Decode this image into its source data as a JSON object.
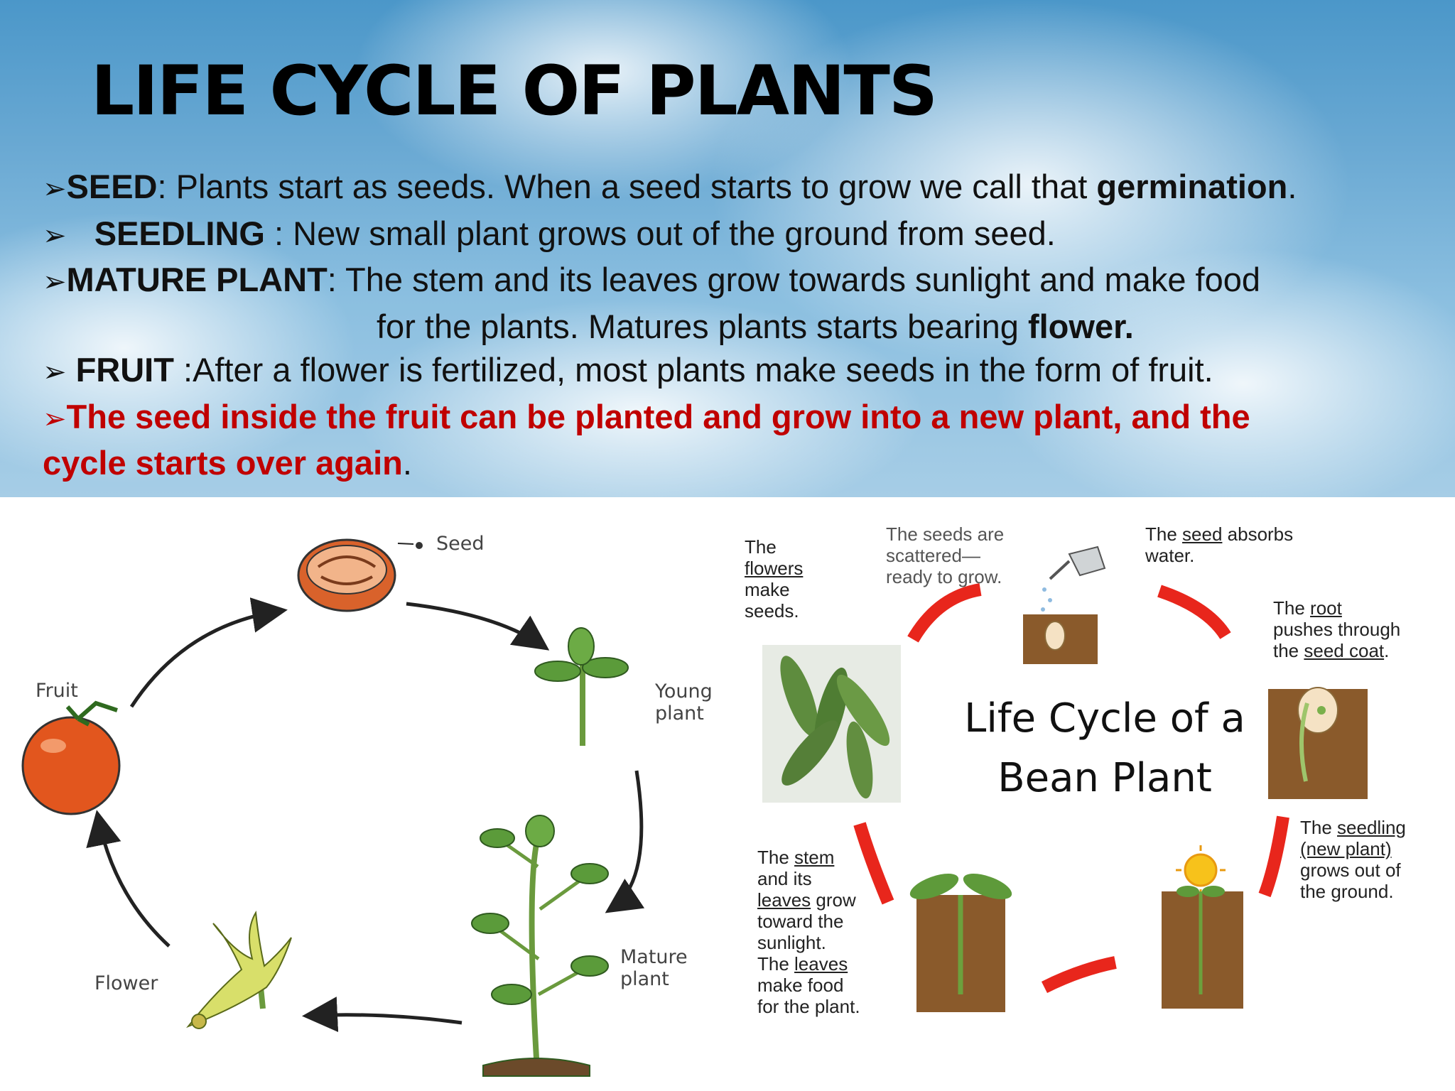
{
  "title": "LIFE CYCLE OF PLANTS",
  "bullets": {
    "arrow": "➢",
    "seed": {
      "term": "SEED",
      "text_before": ": Plants start as seeds. When a seed starts to grow we call that ",
      "emphasis": "germination",
      "after": "."
    },
    "seedling": {
      "term": "SEEDLING",
      "text": " : New small plant grows out of the ground from seed."
    },
    "mature": {
      "term": "MATURE PLANT",
      "line1": ": The stem and its leaves grow towards sunlight and make food",
      "line2": "for the plants. Matures plants starts bearing ",
      "emphasis": "flower."
    },
    "fruit": {
      "term": "FRUIT",
      "text": " :After a flower is fertilized, most plants make seeds in the form of fruit."
    },
    "restart": {
      "line1": "The seed inside the fruit can be planted and grow into a new plant, and the",
      "line2": "cycle starts over again",
      "after": "."
    }
  },
  "tomato_cycle": {
    "labels": {
      "seed": "Seed",
      "young": "Young",
      "young2": "plant",
      "mature": "Mature",
      "mature2": "plant",
      "flower": "Flower",
      "fruit": "Fruit"
    }
  },
  "bean_cycle": {
    "title_line1": "Life Cycle of a",
    "title_line2": "Bean Plant",
    "flowers": {
      "l1": "The",
      "u": "flowers",
      "l3": "make",
      "l4": "seeds."
    },
    "scattered": {
      "l1": "The seeds are",
      "l2": "scattered—",
      "l3": "ready to grow."
    },
    "absorbs": {
      "pre": "The ",
      "u": "seed",
      "post": " absorbs",
      "l2": "water."
    },
    "root": {
      "pre": "The ",
      "u": "root",
      "l2": "pushes through",
      "l3pre": "the ",
      "l3u": "seed coat",
      "l3post": "."
    },
    "seedling": {
      "pre": "The ",
      "u": "seedling",
      "u2": "(new plant)",
      "l3": "grows out of",
      "l4": "the ground."
    },
    "stem": {
      "pre": "The ",
      "u": "stem",
      "l2": "and its",
      "l3u": "leaves",
      "l3post": " grow",
      "l4": "toward the",
      "l5": "sunlight.",
      "l6pre": "The ",
      "l6u": "leaves",
      "l7": "make food",
      "l8": "for the plant."
    }
  },
  "colors": {
    "sky_top": "#4b97c9",
    "restart_red": "#c00000",
    "bean_arrow_red": "#e8261c",
    "soil": "#8a5a2b"
  }
}
